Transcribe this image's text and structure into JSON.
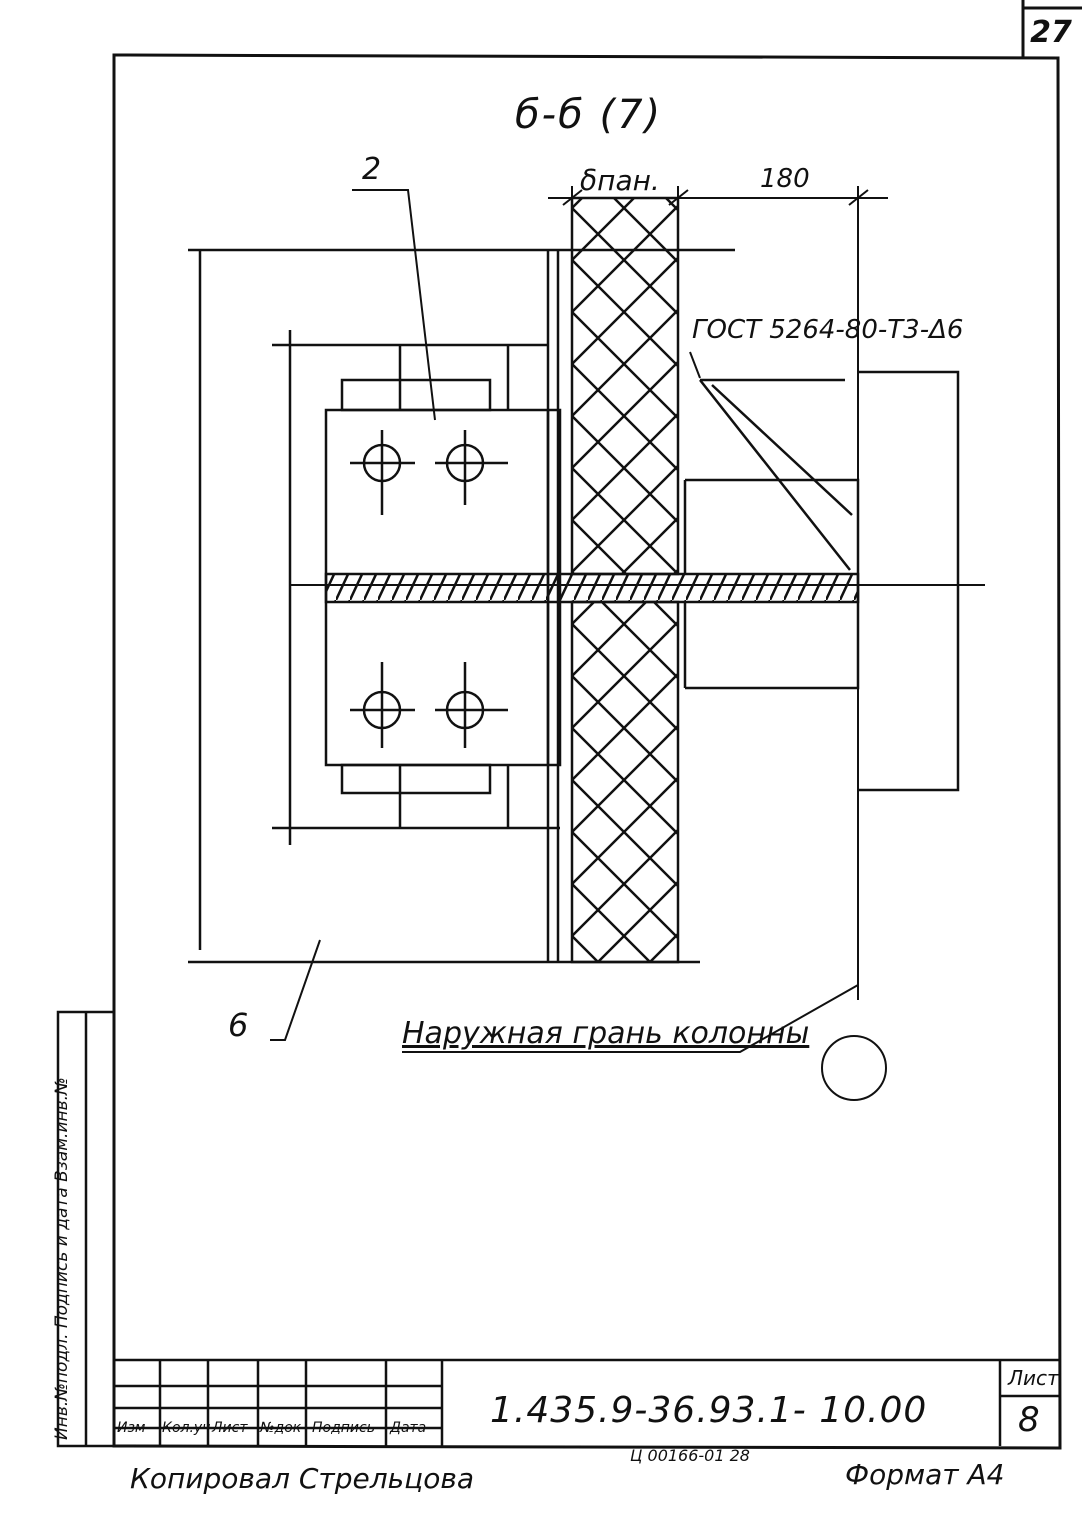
{
  "sheet_number": "27",
  "section_title": "б-б (7)",
  "callouts": {
    "part_2": "2",
    "part_6": "6",
    "panel_thickness": "δпан.",
    "dimension_180": "180",
    "weld_spec": "ГОСТ 5264-80-Т3-Δ6",
    "column_face": "Наружная грань колонны"
  },
  "title_block": {
    "document_code": "1.435.9-36.93.1- 10.00",
    "sheet_label": "Лист",
    "sheet_value": "8",
    "columns": [
      "Изм",
      "Кол.уч",
      "Лист",
      "№док",
      "Подпись",
      "Дата"
    ]
  },
  "side_stamp": "Инв.№подл. Подпись и дата Взам.инв.№",
  "footer": {
    "copied_by": "Копировал Стрельцова",
    "archive_code": "Ц 00166-01 28",
    "format": "Формат А4"
  }
}
